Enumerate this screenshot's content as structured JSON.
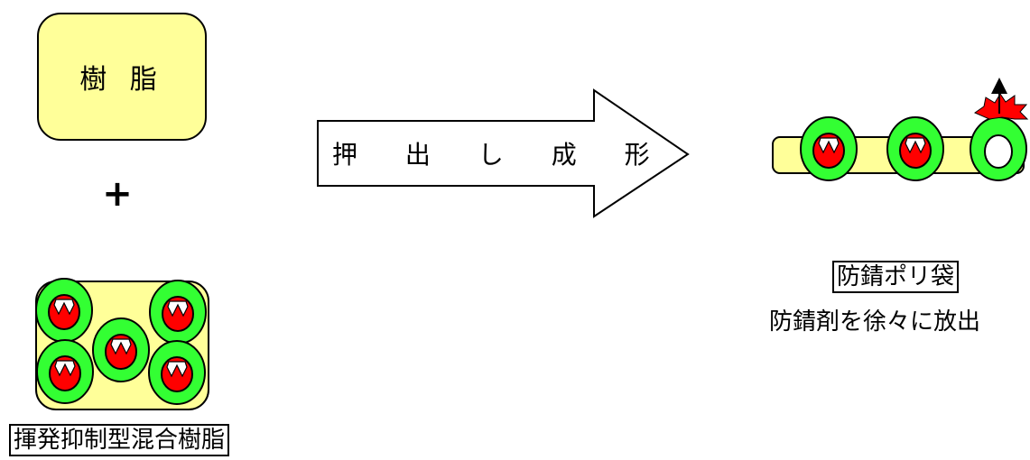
{
  "resin_label": "樹 脂",
  "plus_sign": "+",
  "mixed_resin_label": "揮発抑制型混合樹脂",
  "process_label": "押 出 し 成 形",
  "bag_label": "防錆ポリ袋",
  "bag_description": "防錆剤を徐々に放出",
  "colors": {
    "resin": "#ffff99",
    "capsule_ring": "#33ff33",
    "rust_inhibitor": "#ff0000",
    "outline": "#000000"
  },
  "icons": [
    "capsule-icon",
    "burst-icon",
    "up-arrow-icon",
    "process-arrow-icon"
  ]
}
